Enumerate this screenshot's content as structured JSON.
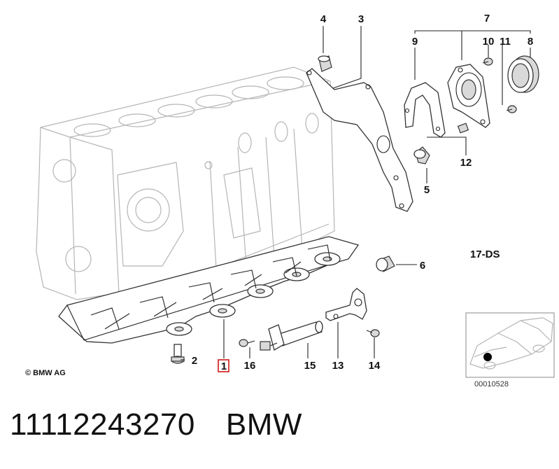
{
  "callouts": [
    {
      "id": "4",
      "label": "4"
    },
    {
      "id": "3",
      "label": "3"
    },
    {
      "id": "7",
      "label": "7"
    },
    {
      "id": "9",
      "label": "9"
    },
    {
      "id": "10",
      "label": "10"
    },
    {
      "id": "11",
      "label": "11"
    },
    {
      "id": "8",
      "label": "8"
    },
    {
      "id": "12",
      "label": "12"
    },
    {
      "id": "5",
      "label": "5"
    },
    {
      "id": "6",
      "label": "6"
    },
    {
      "id": "2",
      "label": "2"
    },
    {
      "id": "1",
      "label": "1",
      "highlighted": true
    },
    {
      "id": "16",
      "label": "16"
    },
    {
      "id": "15",
      "label": "15"
    },
    {
      "id": "13",
      "label": "13"
    },
    {
      "id": "14",
      "label": "14"
    }
  ],
  "diagram_code": "17-DS",
  "copyright": "© BMW AG",
  "inset_code": "00010528",
  "part_number": "11112243270",
  "brand": "BMW",
  "colors": {
    "highlight": "#d01818",
    "ink": "#111111",
    "ghost": "#b5b5b5"
  }
}
